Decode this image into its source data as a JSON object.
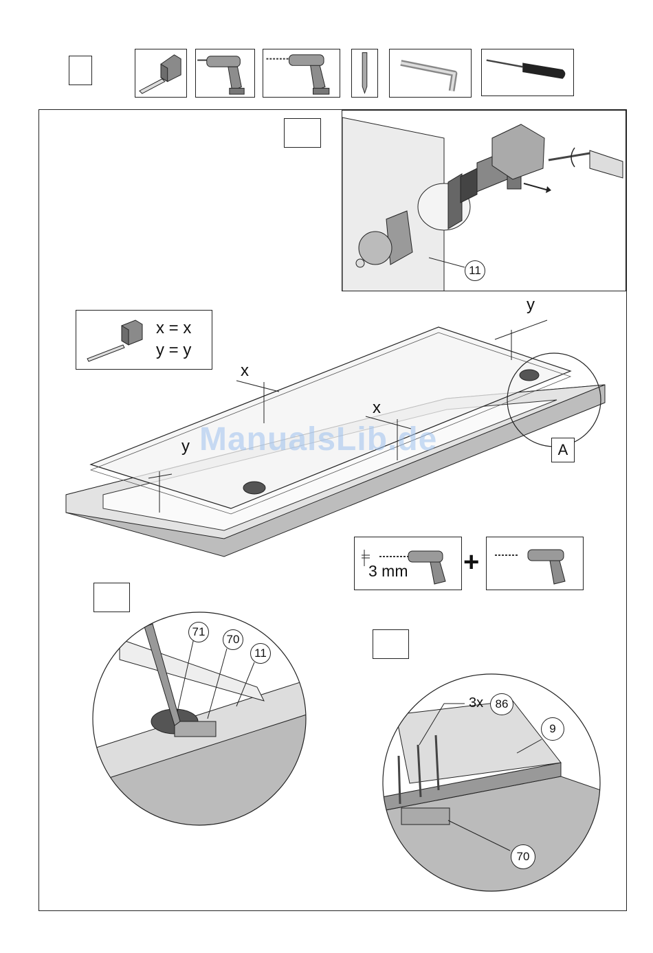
{
  "measure_legend": {
    "line1": "x = x",
    "line2": "y = y"
  },
  "dimensions": {
    "x": "x",
    "y": "y"
  },
  "drill_spec": {
    "size": "3 mm",
    "plus": "+"
  },
  "detail_label": "A",
  "callouts": {
    "glass_panel": "11",
    "marker_1": "71",
    "marker_2": "70",
    "marker_3": "11",
    "screw_count": "3x",
    "screw_part": "86",
    "frame_part": "9",
    "hinge_part": "70"
  },
  "watermark": "ManualsLib.de",
  "icons": [
    "tape-measure-icon",
    "cordless-drill-icon",
    "power-drill-icon",
    "pencil-icon",
    "allen-key-icon",
    "screwdriver-icon"
  ],
  "colors": {
    "line": "#222222",
    "metal": "#9a9a9a",
    "glass": "#e8e8e8",
    "watermark": "#9fc2ef"
  }
}
